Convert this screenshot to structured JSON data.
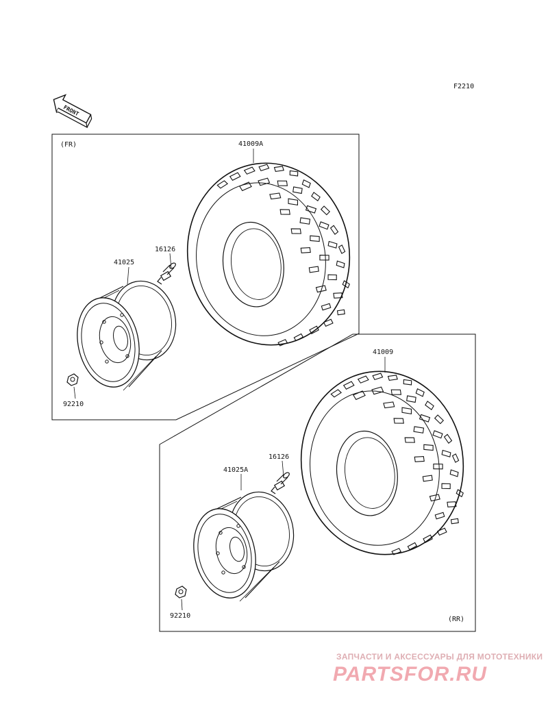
{
  "figure_code": "F2210",
  "front_badge": "FRONT",
  "panels": {
    "front": {
      "tag": "(FR)",
      "parts": {
        "tire": "41009A",
        "valve": "16126",
        "rim": "41025",
        "nut": "92210"
      }
    },
    "rear": {
      "tag": "(RR)",
      "parts": {
        "tire": "41009",
        "valve": "16126",
        "rim": "41025A",
        "nut": "92210"
      }
    }
  },
  "watermark": {
    "tagline": "ЗАПЧАСТИ И АКСЕССУАРЫ ДЛЯ МОТОТЕХНИКИ",
    "logo": "PARTSFOR.RU"
  },
  "colors": {
    "line": "#111111",
    "watermark": "#ef9ba3"
  }
}
